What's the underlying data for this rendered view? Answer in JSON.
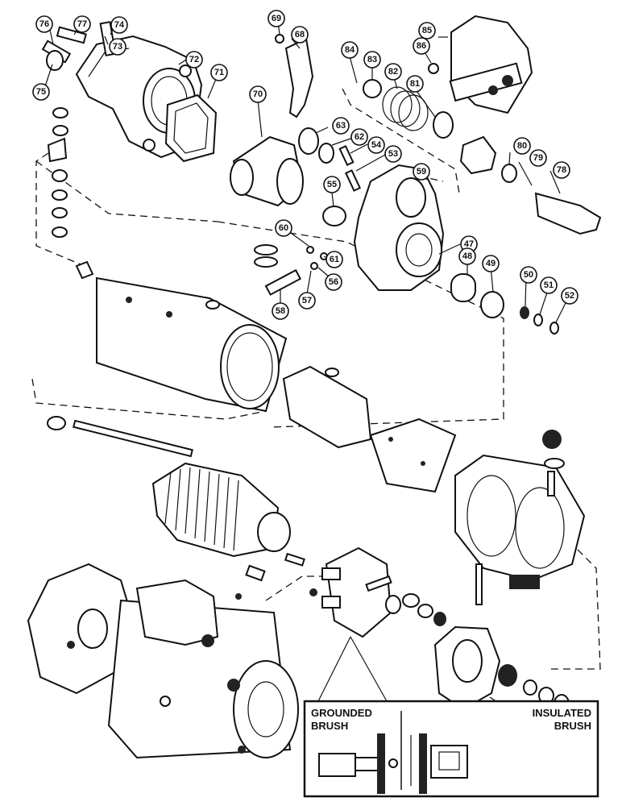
{
  "callouts": [
    {
      "id": "c76",
      "label": "76"
    },
    {
      "id": "c77",
      "label": "77"
    },
    {
      "id": "c74",
      "label": "74"
    },
    {
      "id": "c73",
      "label": "73"
    },
    {
      "id": "c75",
      "label": "75"
    },
    {
      "id": "c72",
      "label": "72"
    },
    {
      "id": "c71",
      "label": "71"
    },
    {
      "id": "c69",
      "label": "69"
    },
    {
      "id": "c68",
      "label": "68"
    },
    {
      "id": "c70",
      "label": "70"
    },
    {
      "id": "c84",
      "label": "84"
    },
    {
      "id": "c83",
      "label": "83"
    },
    {
      "id": "c86",
      "label": "86"
    },
    {
      "id": "c85",
      "label": "85"
    },
    {
      "id": "c82",
      "label": "82"
    },
    {
      "id": "c81",
      "label": "81"
    },
    {
      "id": "c63",
      "label": "63"
    },
    {
      "id": "c62",
      "label": "62"
    },
    {
      "id": "c54",
      "label": "54"
    },
    {
      "id": "c53",
      "label": "53"
    },
    {
      "id": "c59",
      "label": "59"
    },
    {
      "id": "c80",
      "label": "80"
    },
    {
      "id": "c79",
      "label": "79"
    },
    {
      "id": "c78",
      "label": "78"
    },
    {
      "id": "c55",
      "label": "55"
    },
    {
      "id": "c60",
      "label": "60"
    },
    {
      "id": "c61",
      "label": "61"
    },
    {
      "id": "c56",
      "label": "56"
    },
    {
      "id": "c57",
      "label": "57"
    },
    {
      "id": "c58",
      "label": "58"
    },
    {
      "id": "c47",
      "label": "47"
    },
    {
      "id": "c48",
      "label": "48"
    },
    {
      "id": "c49",
      "label": "49"
    },
    {
      "id": "c50",
      "label": "50"
    },
    {
      "id": "c51",
      "label": "51"
    },
    {
      "id": "c52",
      "label": "52"
    }
  ],
  "inset": {
    "grounded_line1": "GROUNDED",
    "grounded_line2": "BRUSH",
    "insulated_line1": "INSULATED",
    "insulated_line2": "BRUSH"
  }
}
